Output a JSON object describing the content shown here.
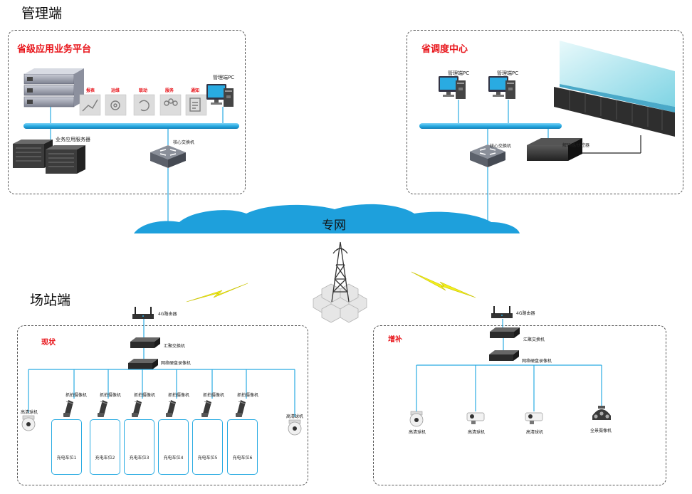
{
  "sections": {
    "management": "管理端",
    "site": "场站端"
  },
  "platform": {
    "title": "省级应用业务平台",
    "features": [
      "报表",
      "运维",
      "联动",
      "服务",
      "通知"
    ],
    "admin_pc": "管理端PC",
    "server_label": "业务应用服务器",
    "switch_label": "核心交换机"
  },
  "dispatch": {
    "title": "省调度中心",
    "pc1": "管理端PC",
    "pc2": "管理端PC",
    "switch_label": "核心交换机",
    "decoder_label": "解码器/拼控器"
  },
  "network": {
    "label": "专网"
  },
  "current": {
    "title": "现状",
    "router": "4G路由器",
    "agg_switch": "汇聚交换机",
    "nvr": "网络硬盘录像机",
    "camera_label": "抓拍摄像机",
    "dome_left": "高清球机",
    "dome_right": "高清球机",
    "bays": [
      "充电车位1",
      "充电车位2",
      "充电车位3",
      "充电车位4",
      "充电车位5",
      "充电车位6"
    ]
  },
  "supplement": {
    "title": "增补",
    "router": "4G路由器",
    "agg_switch": "汇聚交换机",
    "nvr": "网络硬盘录像机",
    "devices": [
      "高清球机",
      "高清球机",
      "高清球机",
      "全景摄像机"
    ]
  },
  "colors": {
    "bus": "#29abe2",
    "bus_dark": "#1a8fc8",
    "cloud": "#1ea0dc",
    "accent": "#e8161c",
    "bolt": "#f2ee1c"
  }
}
